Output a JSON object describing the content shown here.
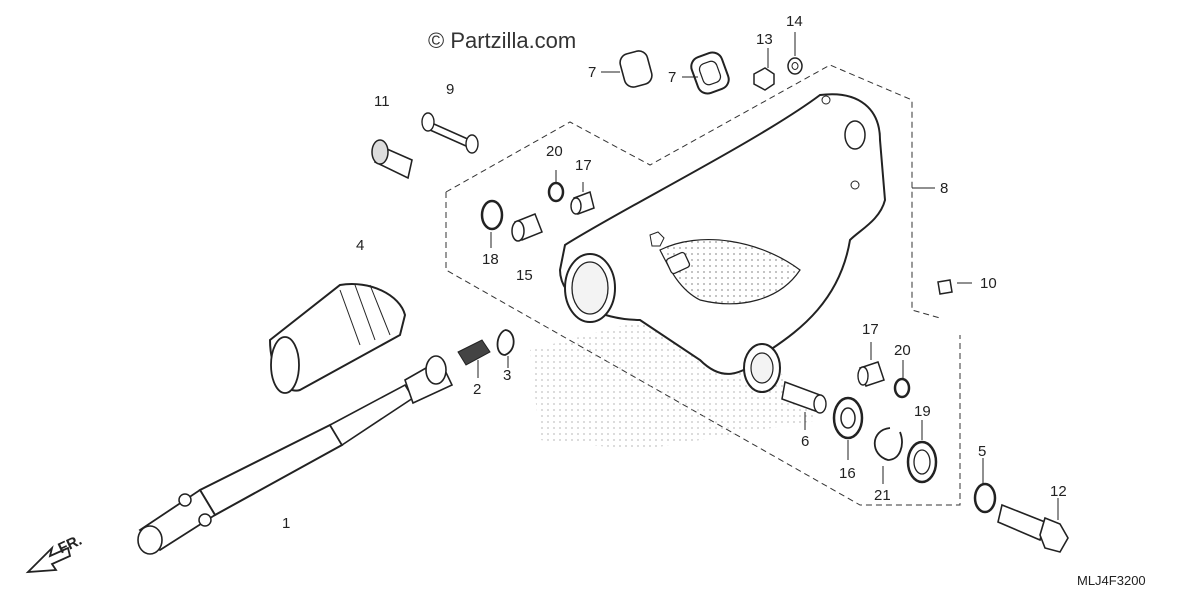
{
  "watermark": "© Partzilla.com",
  "diagram_code": "MLJ4F3200",
  "direction_label": "FR.",
  "callouts": [
    "1",
    "2",
    "3",
    "4",
    "5",
    "6",
    "7",
    "7",
    "8",
    "9",
    "10",
    "11",
    "12",
    "13",
    "14",
    "15",
    "16",
    "17",
    "17",
    "18",
    "19",
    "20",
    "20",
    "21"
  ]
}
